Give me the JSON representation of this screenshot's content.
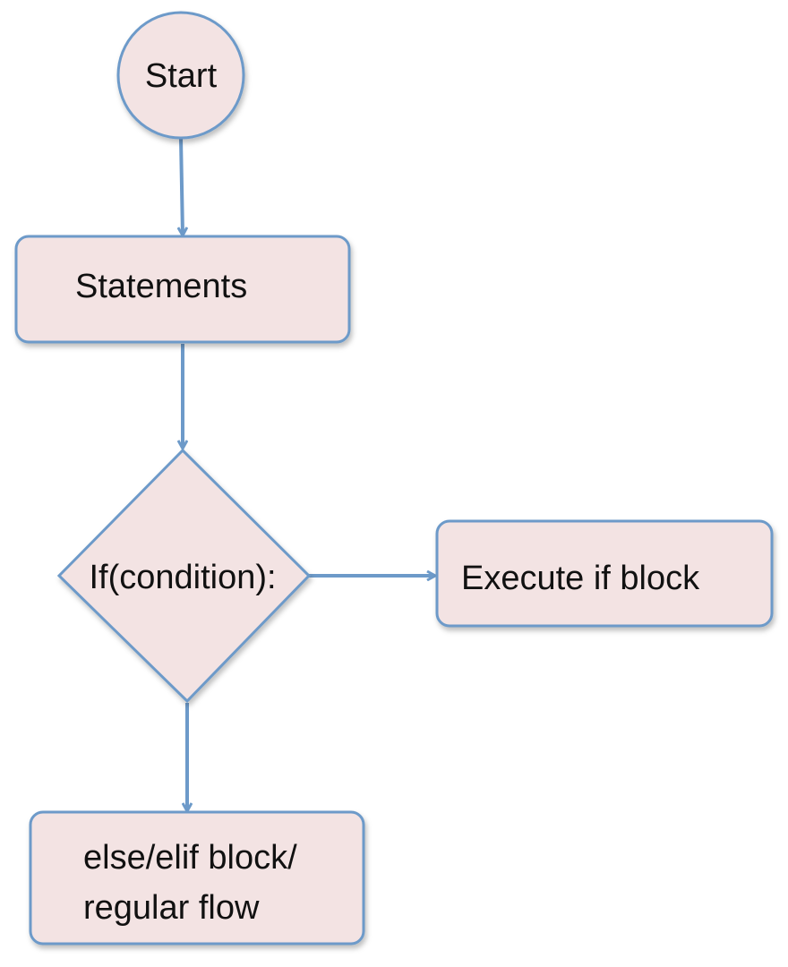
{
  "colors": {
    "node_fill": "#f3e3e3",
    "node_stroke": "#6d9ac9",
    "arrow": "#6d9ac9",
    "text": "#111111"
  },
  "nodes": {
    "start": {
      "label": "Start"
    },
    "statements": {
      "label": "Statements"
    },
    "condition": {
      "label": "If(condition):"
    },
    "if_block": {
      "label": "Execute if block"
    },
    "else_block": {
      "line1": "else/elif block/",
      "line2": "regular flow"
    }
  },
  "edges": [
    {
      "from": "start",
      "to": "statements"
    },
    {
      "from": "statements",
      "to": "condition"
    },
    {
      "from": "condition",
      "to": "if_block"
    },
    {
      "from": "condition",
      "to": "else_block"
    }
  ]
}
